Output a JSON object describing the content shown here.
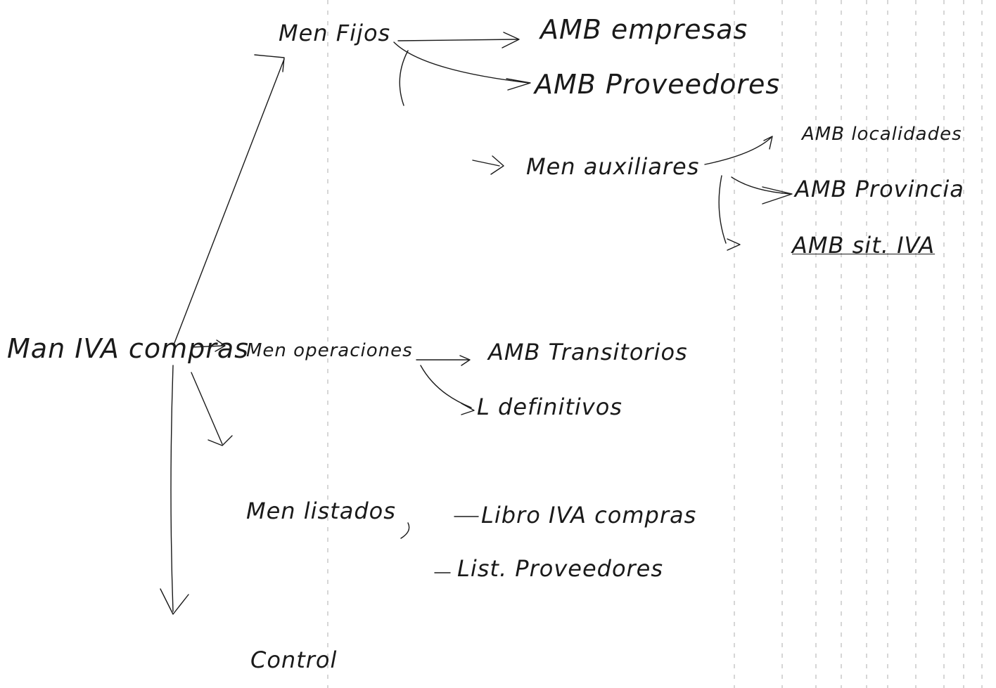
{
  "diagram": {
    "ink_color": "#1a1a1a",
    "guide_color": "#8a8a8a",
    "nodes": {
      "root": "Man IVA compras",
      "fijos": "Men Fijos",
      "abm_empresas": "AMB empresas",
      "abm_proveedores": "AMB Proveedores",
      "auxiliares": "Men auxiliares",
      "abm_localidades": "AMB localidades",
      "abm_provincia": "AMB Provincia",
      "abm_sit_iva": "AMB sit. IVA",
      "operaciones": "Men operaciones",
      "abm_transitorios": "AMB Transitorios",
      "definitivos": "L definitivos",
      "listados": "Men listados",
      "libro_iva": "Libro IVA compras",
      "list_proveedores": "List. Proveedores",
      "control": "Control"
    }
  }
}
